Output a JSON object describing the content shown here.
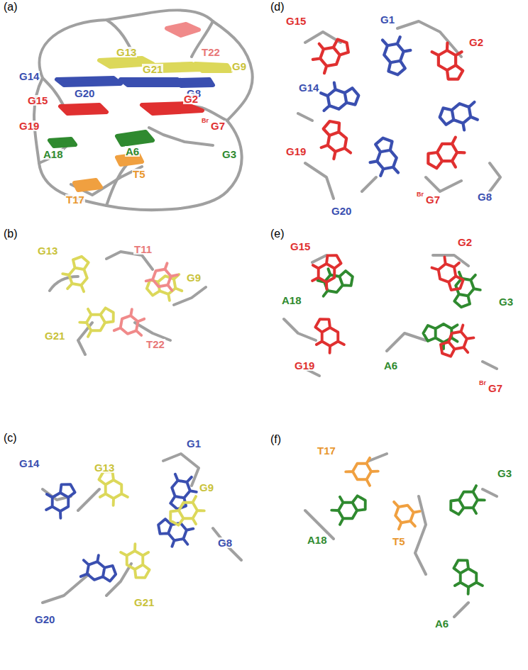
{
  "diagram": {
    "labels": [
      "(a)",
      "G13",
      "T22",
      "G9",
      "G21",
      "G14",
      "G20",
      "G8",
      "G15",
      "G2",
      "G19",
      "Br",
      "G7",
      "A18",
      "A6",
      "G3",
      "T5",
      "T17",
      "(b)",
      "G13",
      "T11",
      "G9",
      "G21",
      "T22",
      "(c)",
      "G1",
      "G14",
      "G13",
      "G9",
      "G8",
      "G21",
      "G20",
      "(d)",
      "G15",
      "G1",
      "G2",
      "G14",
      "G19",
      "G8",
      "G20",
      "Br",
      "G7",
      "(e)",
      "G15",
      "G2",
      "G3",
      "A18",
      "G19",
      "A6",
      "Br",
      "G7",
      "(f)",
      "T17",
      "G3",
      "A18",
      "T5",
      "A6"
    ]
  }
}
